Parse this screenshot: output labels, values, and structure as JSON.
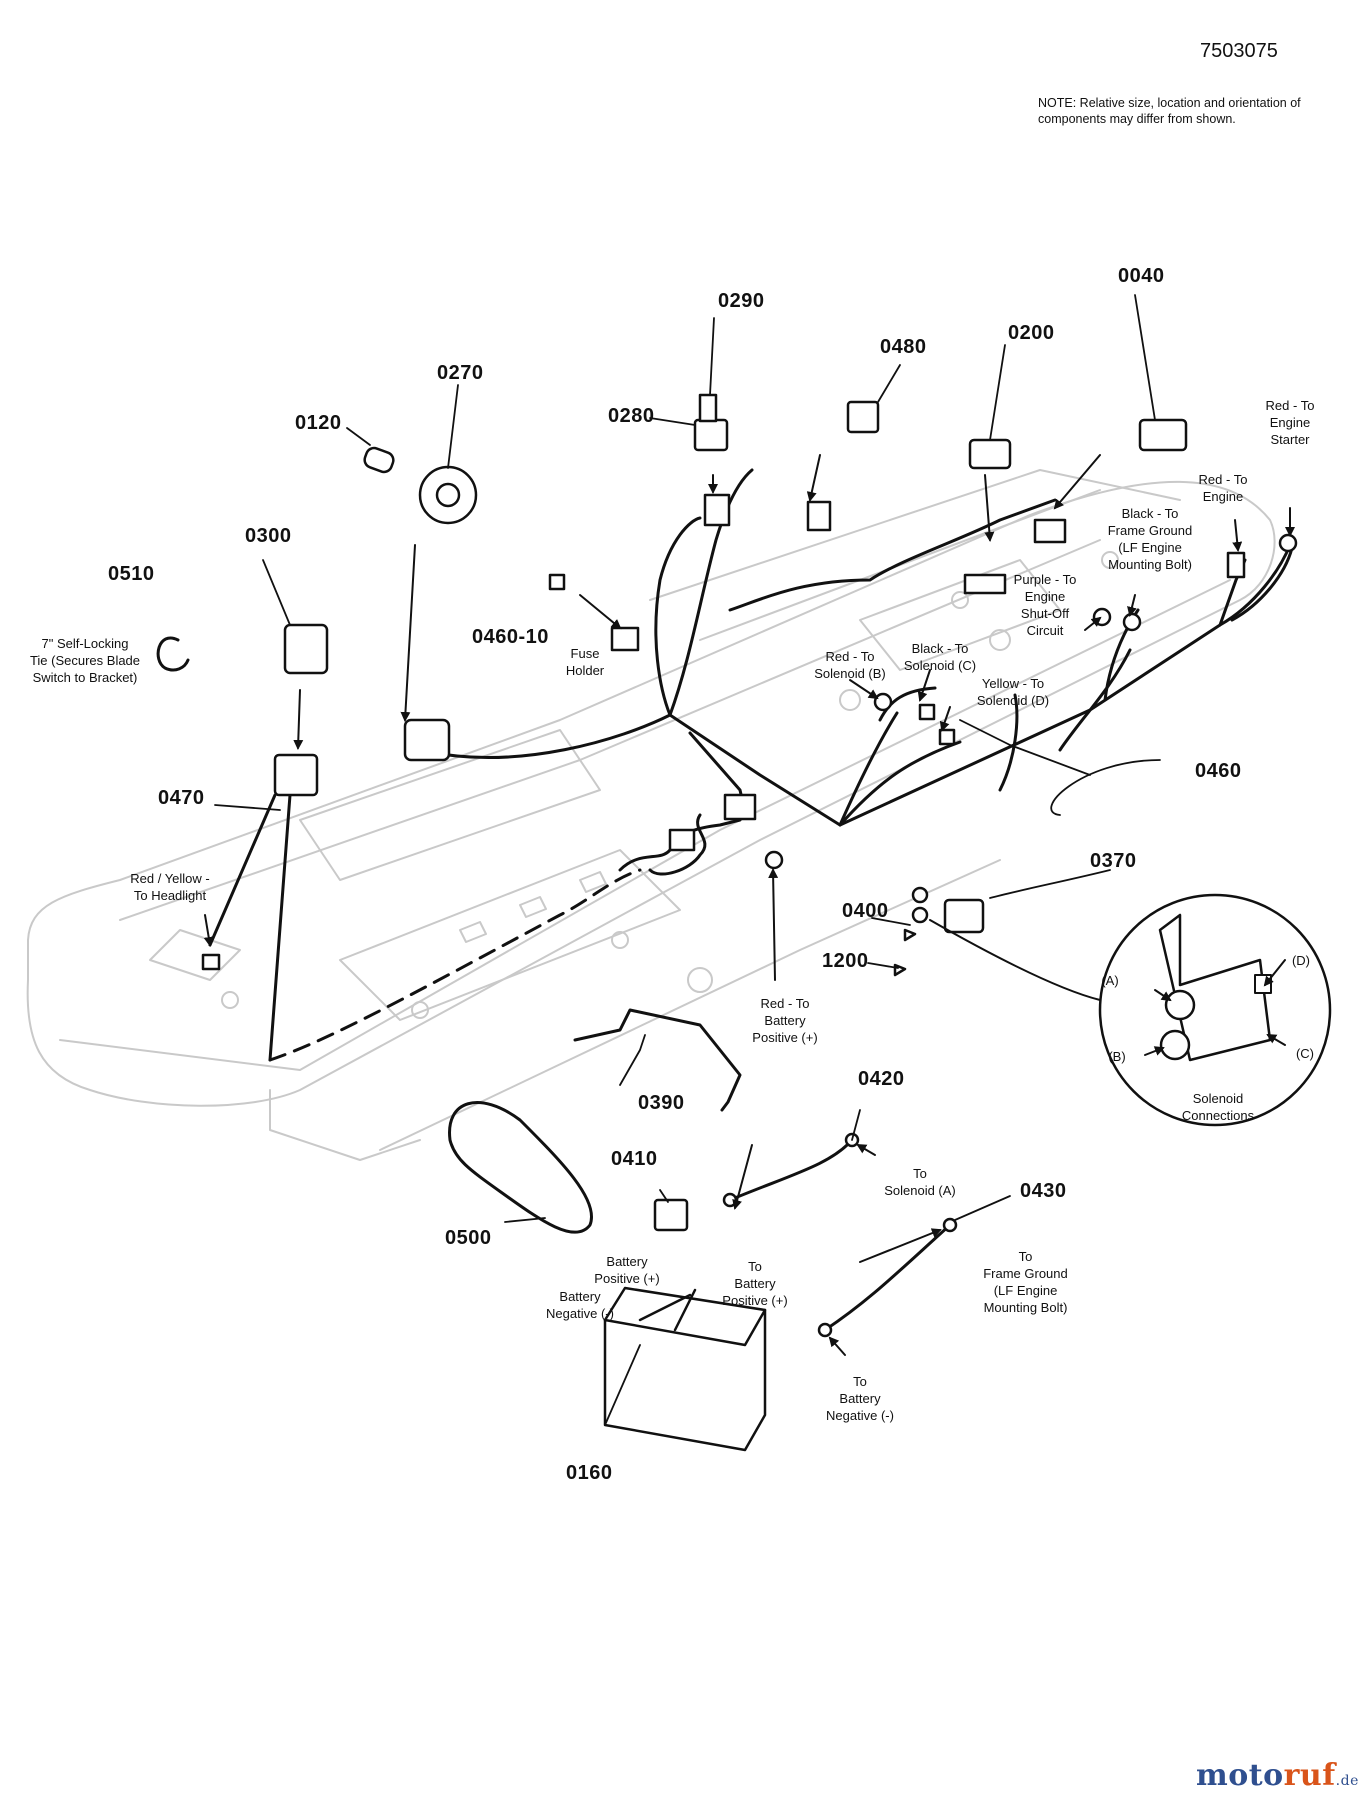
{
  "document_number": "7503075",
  "note": "NOTE: Relative size, location and orientation of components may differ from shown.",
  "part_numbers": {
    "p0040": "0040",
    "p0120": "0120",
    "p0160": "0160",
    "p0200": "0200",
    "p0270": "0270",
    "p0280": "0280",
    "p0290": "0290",
    "p0300": "0300",
    "p0370": "0370",
    "p0390": "0390",
    "p0400": "0400",
    "p0410": "0410",
    "p0420": "0420",
    "p0430": "0430",
    "p0460": "0460",
    "p0460_10": "0460-10",
    "p0470": "0470",
    "p0480": "0480",
    "p0500": "0500",
    "p0510": "0510",
    "p1200": "1200"
  },
  "callouts": {
    "red_engine_starter": "Red - To\nEngine\nStarter",
    "red_engine": "Red - To\nEngine",
    "black_frame_ground": "Black - To\nFrame Ground\n(LF Engine\nMounting Bolt)",
    "purple_shutoff": "Purple - To\nEngine\nShut-Off\nCircuit",
    "black_solenoid_c": "Black - To\nSolenoid (C)",
    "red_solenoid_b": "Red - To\nSolenoid (B)",
    "yellow_solenoid_d": "Yellow - To\nSolenoid (D)",
    "fuse_holder": "Fuse\nHolder",
    "self_locking_tie": "7\" Self-Locking\nTie (Secures Blade\nSwitch to Bracket)",
    "red_yellow_headlight": "Red / Yellow -\nTo Headlight",
    "red_battery_positive": "Red - To\nBattery\nPositive (+)",
    "to_solenoid_a": "To\nSolenoid (A)",
    "to_battery_positive": "To\nBattery\nPositive (+)",
    "to_frame_ground": "To\nFrame Ground\n(LF Engine\nMounting Bolt)",
    "to_battery_negative": "To\nBattery\nNegative (-)",
    "battery_positive": "Battery\nPositive (+)",
    "battery_negative": "Battery\nNegative (-)",
    "solenoid_connections": "Solenoid\nConnections",
    "sol_a": "(A)",
    "sol_b": "(B)",
    "sol_c": "(C)",
    "sol_d": "(D)"
  },
  "watermark": {
    "part1": "moto",
    "part2": "ruf",
    "part3": ".de"
  }
}
